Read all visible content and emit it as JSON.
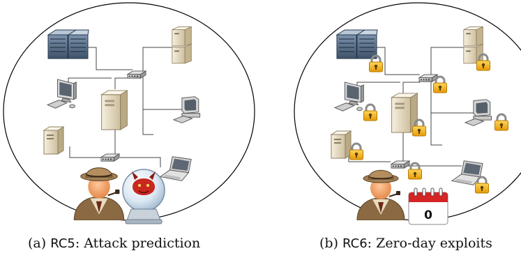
{
  "panels": [
    {
      "caption_prefix": "(a) ",
      "caption_tag": "RC5",
      "caption_text": ": Attack prediction",
      "badge_icon": "crystal-ball-devil-icon"
    },
    {
      "caption_prefix": "(b) ",
      "caption_tag": "RC6",
      "caption_text": ": Zero-day exploits",
      "badge_icon": "calendar-icon",
      "calendar_number": "0"
    }
  ],
  "icons": {
    "analyst": "detective-analyst-icon",
    "lock": "padlock-icon",
    "servers": "rack-server-icon",
    "storage": "storage-tower-icon",
    "switch": "network-switch-icon",
    "desktop": "desktop-pc-icon",
    "laptop": "laptop-icon"
  },
  "colors": {
    "calendar_red": "#d42424",
    "lock_gold": "#f1b21b",
    "devil_red": "#c8281e",
    "analyst_coat": "#8b6a43"
  }
}
